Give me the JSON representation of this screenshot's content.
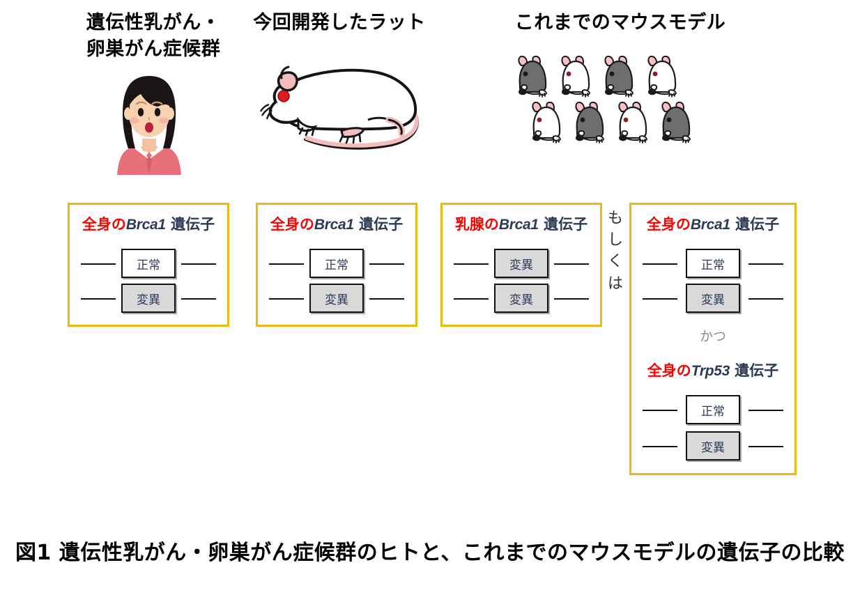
{
  "figure": {
    "caption": "図1  遺伝性乳がん・卵巣がん症候群のヒトと、これまでのマウスモデルの遺伝子の比較",
    "connector_or": "もしくは",
    "background": "#ffffff",
    "accent_border": "#EFB810",
    "location_color": "#FF0000",
    "gene_symbol_color": "#2C3A55",
    "mutant_fill": "#D9D9D9",
    "normal_fill": "#FFFFFF"
  },
  "columns": [
    {
      "id": "human",
      "heading": "遺伝性乳がん・\n卵巣がん症候群",
      "illustration": "woman-illustration"
    },
    {
      "id": "rat",
      "heading": "今回開発したラット",
      "illustration": "rat-illustration"
    },
    {
      "id": "mouse",
      "heading": "これまでのマウスモデル",
      "illustration": "mice-illustration"
    }
  ],
  "illustrations": {
    "woman": {
      "name": "woman-illustration",
      "hair": "#1A1414",
      "skin": "#F7D2B0",
      "clothes": "#E8707B",
      "mouth": "#B5223A"
    },
    "rat": {
      "name": "rat-illustration",
      "body": "#FFFFFF",
      "outline": "#141414",
      "ear": "#F3BDBD",
      "tail": "#F3BDBD",
      "eye": "#E01B1B"
    },
    "mice": {
      "name": "mice-illustration",
      "ear": "#F6C2C6",
      "outline": "#1A1A1A",
      "dark_fill": "#6E6E6E",
      "light_fill": "#FFFFFF",
      "dark_eye": "#1A1A1A",
      "light_eye": "#8C1C2B",
      "row1": [
        "dark",
        "light",
        "dark",
        "light"
      ],
      "row2": [
        "light",
        "dark",
        "light",
        "dark"
      ]
    }
  },
  "panels": [
    {
      "id": "panel-1",
      "column": "human",
      "genes": [
        {
          "location": "全身の",
          "symbol": "Brca1",
          "suffix": " 遺伝子",
          "alleles": [
            {
              "label": "正常",
              "state": "normal"
            },
            {
              "label": "変異",
              "state": "mutant"
            }
          ]
        }
      ]
    },
    {
      "id": "panel-2",
      "column": "rat",
      "genes": [
        {
          "location": "全身の",
          "symbol": "Brca1",
          "suffix": " 遺伝子",
          "alleles": [
            {
              "label": "正常",
              "state": "normal"
            },
            {
              "label": "変異",
              "state": "mutant"
            }
          ]
        }
      ]
    },
    {
      "id": "panel-3",
      "column": "mouse",
      "genes": [
        {
          "location": "乳腺の",
          "symbol": "Brca1",
          "suffix": " 遺伝子",
          "alleles": [
            {
              "label": "変異",
              "state": "mutant"
            },
            {
              "label": "変異",
              "state": "mutant"
            }
          ]
        }
      ]
    },
    {
      "id": "panel-4",
      "column": "mouse",
      "conjunction": "かつ",
      "genes": [
        {
          "location": "全身の",
          "symbol": "Brca1",
          "suffix": " 遺伝子",
          "alleles": [
            {
              "label": "正常",
              "state": "normal"
            },
            {
              "label": "変異",
              "state": "mutant"
            }
          ]
        },
        {
          "location": "全身の",
          "symbol": "Trp53",
          "suffix": " 遺伝子",
          "alleles": [
            {
              "label": "正常",
              "state": "normal"
            },
            {
              "label": "変異",
              "state": "mutant"
            }
          ]
        }
      ]
    }
  ]
}
